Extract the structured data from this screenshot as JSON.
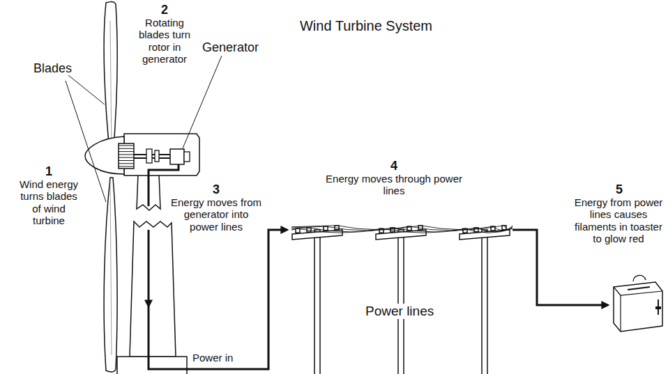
{
  "diagram": {
    "title": "Wind Turbine System",
    "labels": [
      "Blades",
      "2",
      "Rotating blades turn rotor in generator",
      "Generator",
      "1",
      "Wind energy turns blades of wind turbine",
      "3",
      "Energy moves from generator into power lines",
      "4",
      "Energy moves through power lines",
      "5",
      "Energy from power lines causes filaments in toaster to glow red",
      "Power lines",
      "Power in"
    ]
  }
}
